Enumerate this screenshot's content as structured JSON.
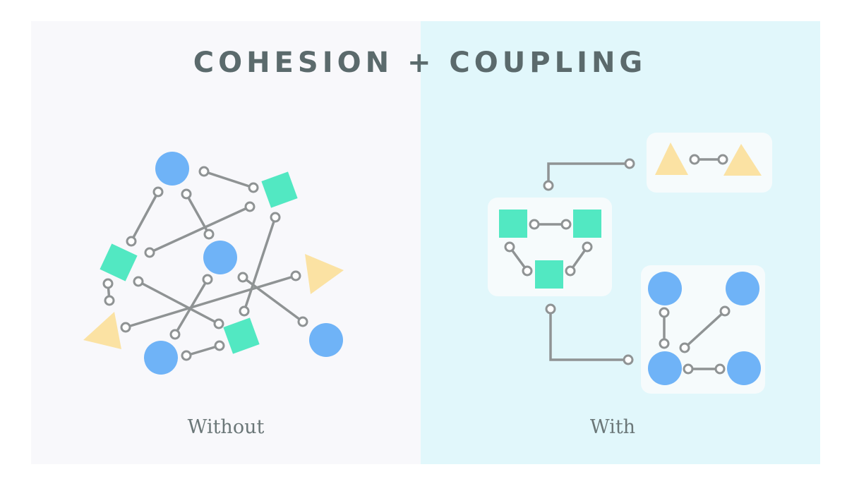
{
  "title": "COHESION + COUPLING",
  "left_panel": {
    "caption": "Without"
  },
  "right_panel": {
    "caption": "With"
  },
  "colors": {
    "left_background": "#f8f8fb",
    "right_background": "#e1f7fb",
    "module_box": "#f6fbfc",
    "circle": "#6fb3f7",
    "square": "#52e8c2",
    "triangle": "#fbe2a3",
    "connector": "#8f9394",
    "title": "#5b6a6c"
  },
  "icons": [
    "circle-node-icon",
    "square-node-icon",
    "triangle-node-icon",
    "connector-icon"
  ]
}
